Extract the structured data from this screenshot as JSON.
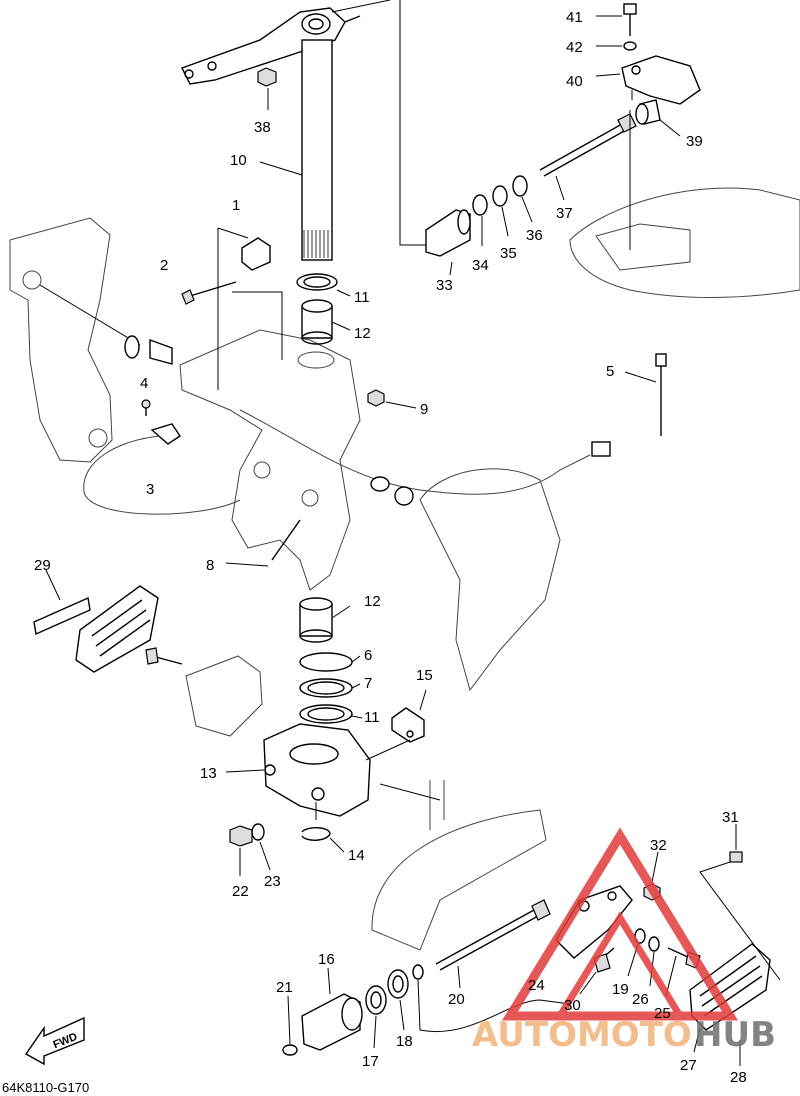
{
  "diagram_code": "64K8110-G170",
  "fwd_label": "FWD",
  "watermark": {
    "text_left": "AUTOMOTO",
    "text_right": "HUB",
    "color_left": "#f2b37a",
    "color_right": "#6e6e6e",
    "triangle_color": "#e23b3b"
  },
  "callouts": [
    {
      "id": "1",
      "label": "1"
    },
    {
      "id": "2",
      "label": "2"
    },
    {
      "id": "3",
      "label": "3"
    },
    {
      "id": "4",
      "label": "4"
    },
    {
      "id": "5",
      "label": "5"
    },
    {
      "id": "6",
      "label": "6"
    },
    {
      "id": "7",
      "label": "7"
    },
    {
      "id": "8",
      "label": "8"
    },
    {
      "id": "9",
      "label": "9"
    },
    {
      "id": "10",
      "label": "10"
    },
    {
      "id": "11a",
      "label": "11"
    },
    {
      "id": "11b",
      "label": "11"
    },
    {
      "id": "12a",
      "label": "12"
    },
    {
      "id": "12b",
      "label": "12"
    },
    {
      "id": "13",
      "label": "13"
    },
    {
      "id": "14",
      "label": "14"
    },
    {
      "id": "15",
      "label": "15"
    },
    {
      "id": "16",
      "label": "16"
    },
    {
      "id": "17",
      "label": "17"
    },
    {
      "id": "18",
      "label": "18"
    },
    {
      "id": "19",
      "label": "19"
    },
    {
      "id": "20",
      "label": "20"
    },
    {
      "id": "21",
      "label": "21"
    },
    {
      "id": "22",
      "label": "22"
    },
    {
      "id": "23",
      "label": "23"
    },
    {
      "id": "24",
      "label": "24"
    },
    {
      "id": "25",
      "label": "25"
    },
    {
      "id": "26",
      "label": "26"
    },
    {
      "id": "27",
      "label": "27"
    },
    {
      "id": "28",
      "label": "28"
    },
    {
      "id": "29",
      "label": "29"
    },
    {
      "id": "30",
      "label": "30"
    },
    {
      "id": "31",
      "label": "31"
    },
    {
      "id": "32",
      "label": "32"
    },
    {
      "id": "33",
      "label": "33"
    },
    {
      "id": "34",
      "label": "34"
    },
    {
      "id": "35",
      "label": "35"
    },
    {
      "id": "36",
      "label": "36"
    },
    {
      "id": "37",
      "label": "37"
    },
    {
      "id": "38",
      "label": "38"
    },
    {
      "id": "39",
      "label": "39"
    },
    {
      "id": "40",
      "label": "40"
    },
    {
      "id": "41",
      "label": "41"
    },
    {
      "id": "42",
      "label": "42"
    }
  ]
}
